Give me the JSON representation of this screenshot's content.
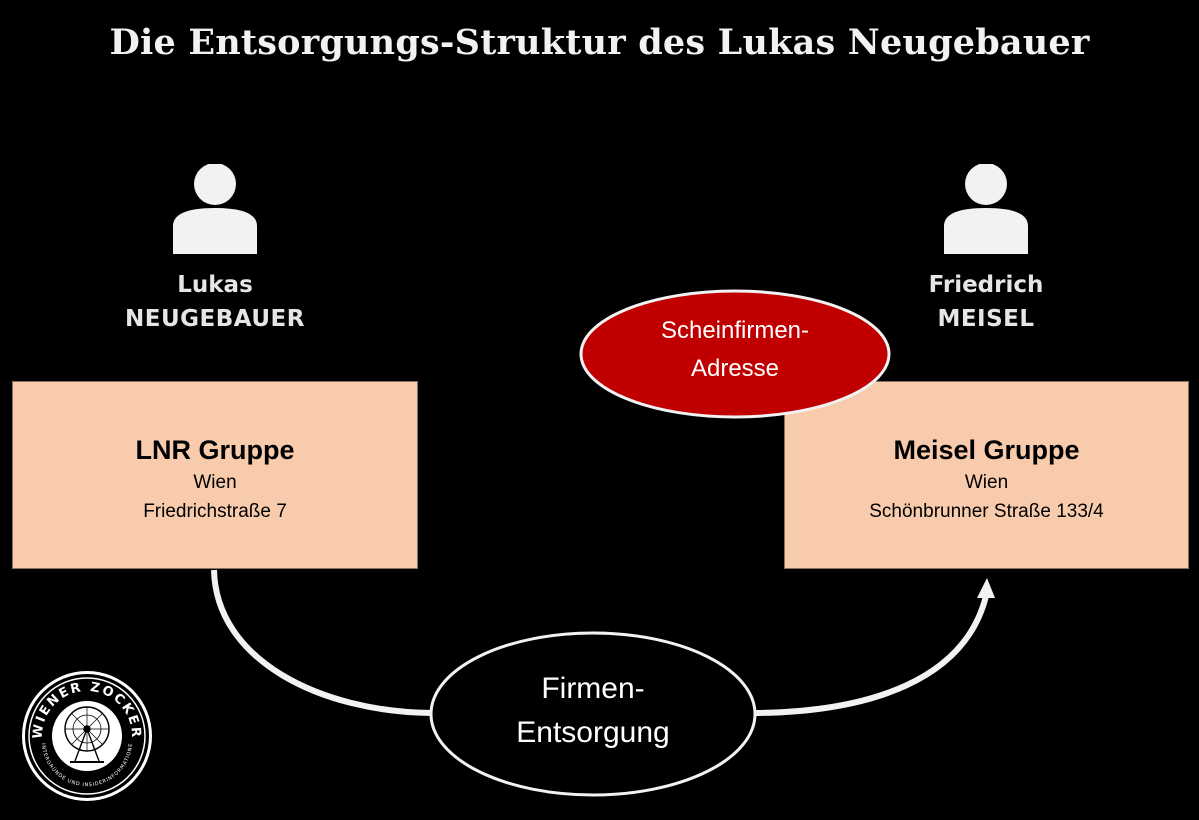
{
  "title": "Die Entsorgungs-Struktur des Lukas Neugebauer",
  "persons": [
    {
      "first": "Lukas",
      "last": "NEUGEBAUER",
      "icon": "person-icon"
    },
    {
      "first": "Friedrich",
      "last": "MEISEL",
      "icon": "person-icon"
    }
  ],
  "companies": [
    {
      "name": "LNR Gruppe",
      "city": "Wien",
      "street": "Friedrichstraße 7"
    },
    {
      "name": "Meisel Gruppe",
      "city": "Wien",
      "street": "Schönbrunner Straße 133/4"
    }
  ],
  "shell_address": {
    "line1": "Scheinfirmen-",
    "line2": "Adresse",
    "fill": "#c00000"
  },
  "process": {
    "line1": "Firmen-",
    "line2": "Entsorgung"
  },
  "logo": {
    "top_text": "WIENER ZOCKER",
    "bottom_text": "HINTERGRÜNDE UND INSIDERINFORMATIONEN"
  },
  "colors": {
    "background": "#000000",
    "box_fill": "#f8cbad",
    "accent_red": "#c00000",
    "line": "#f2f2f2"
  }
}
